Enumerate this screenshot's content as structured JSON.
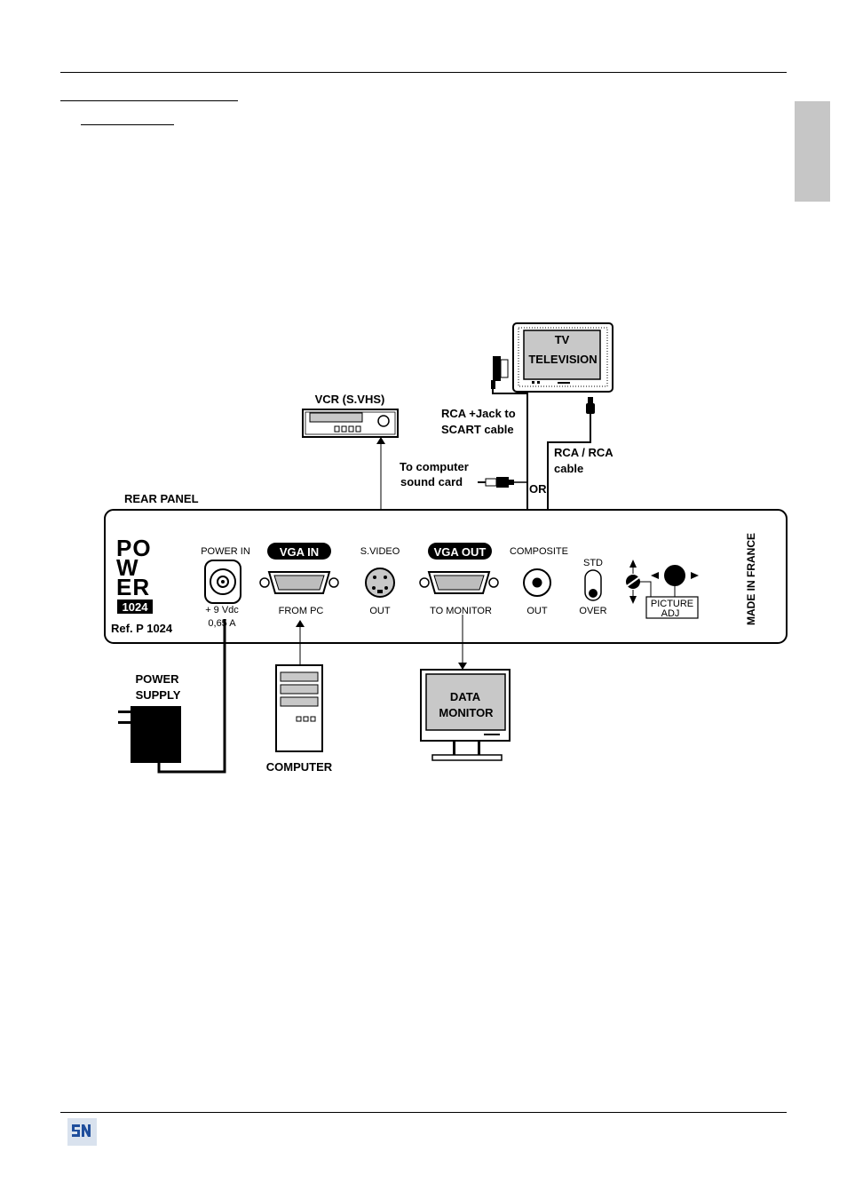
{
  "labels": {
    "vcr_title": "VCR (S.VHS)",
    "tv_line1": "TV",
    "tv_line2": "TELEVISION",
    "rca_jack_line1": "RCA +Jack to",
    "rca_jack_line2": "SCART cable",
    "rca_rca_line1": "RCA / RCA",
    "rca_rca_line2": "cable",
    "sound_line1": "To computer",
    "sound_line2": "sound card",
    "or": "OR",
    "rear_panel": "REAR PANEL",
    "brand_po": "PO",
    "brand_w": "W",
    "brand_er": "ER",
    "brand_model": "1024",
    "ref": "Ref. P 1024",
    "power_in": "POWER IN",
    "volt": "+ 9 Vdc",
    "amp": "0,65 A",
    "vga_in": "VGA IN",
    "from_pc": "FROM PC",
    "svideo": "S.VIDEO",
    "svideo_out": "OUT",
    "vga_out": "VGA OUT",
    "to_monitor": "TO MONITOR",
    "composite": "COMPOSITE",
    "composite_out": "OUT",
    "std": "STD",
    "over": "OVER",
    "picture": "PICTURE",
    "adj": "ADJ",
    "made_in": "MADE IN FRANCE",
    "power_supply_line1": "POWER",
    "power_supply_line2": "SUPPLY",
    "computer": "COMPUTER",
    "data_line1": "DATA",
    "data_line2": "MONITOR"
  },
  "colors": {
    "screen_fill": "#c8c8c8",
    "side_tab": "#c6c6c6",
    "logo_blue": "#1f4e9c"
  }
}
